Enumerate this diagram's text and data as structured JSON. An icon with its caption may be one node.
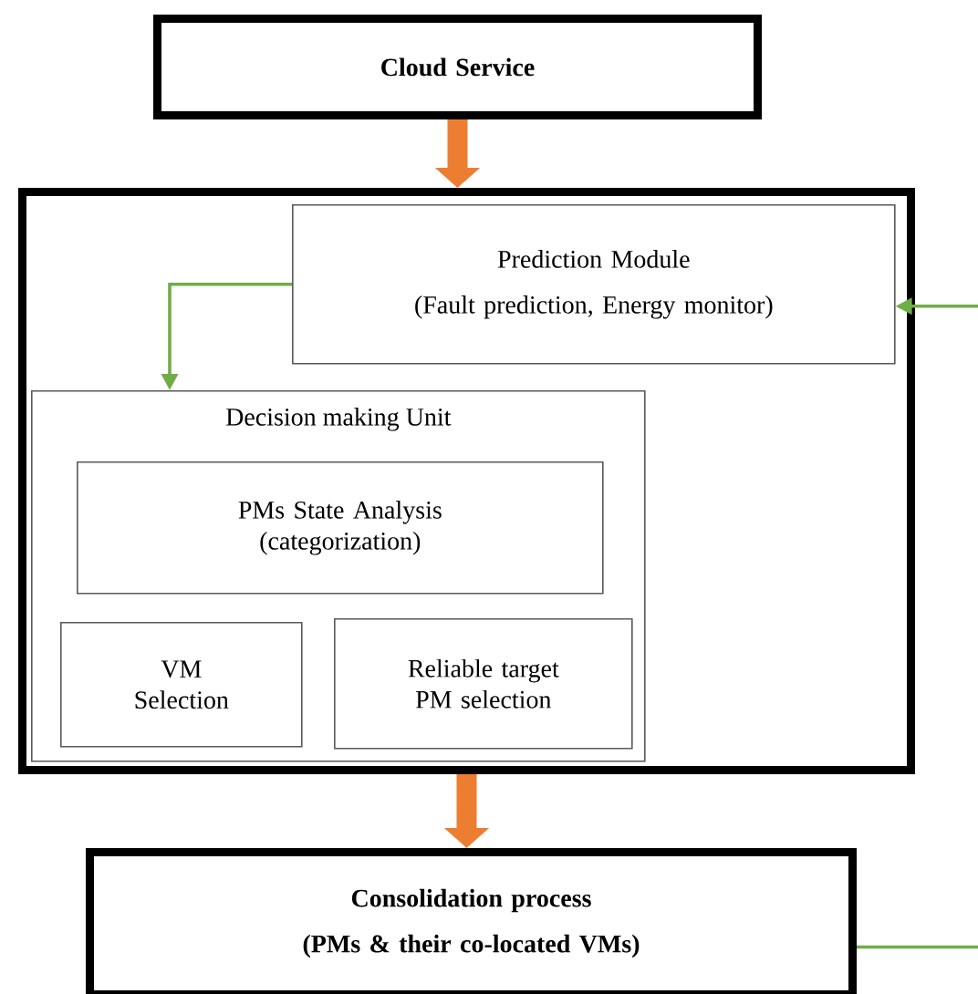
{
  "diagram": {
    "nodes": [
      {
        "text": [
          "Cloud Service"
        ]
      },
      {
        "text": [],
        "shape": "box"
      },
      {
        "text": [
          "Prediction Module",
          "(Fault prediction, Energy monitor)"
        ],
        "in": 1
      },
      {
        "text": [
          "Decision making Unit"
        ],
        "in": 1
      },
      {
        "text": [
          "PMs State Analysis (categorization)"
        ],
        "in": 3
      },
      {
        "text": [
          "VM Selection"
        ],
        "in": 3
      },
      {
        "text": [
          "Reliable target PM selection"
        ],
        "in": 3
      },
      {
        "text": [
          "Consolidation process",
          "(PMs & their co-located VMs)"
        ]
      }
    ],
    "edges": [
      {
        "from": 0,
        "to": 1,
        "arrow": "to",
        "style": "thick",
        "color": "#ed7d31"
      },
      {
        "from": 2,
        "to": 3,
        "arrow": "to",
        "color": "#70ad47"
      },
      {
        "from": 1,
        "to": 7,
        "arrow": "to",
        "style": "thick",
        "color": "#ed7d31"
      },
      {
        "from": 7,
        "to": 2,
        "arrow": "to",
        "color": "#70ad47"
      }
    ]
  }
}
